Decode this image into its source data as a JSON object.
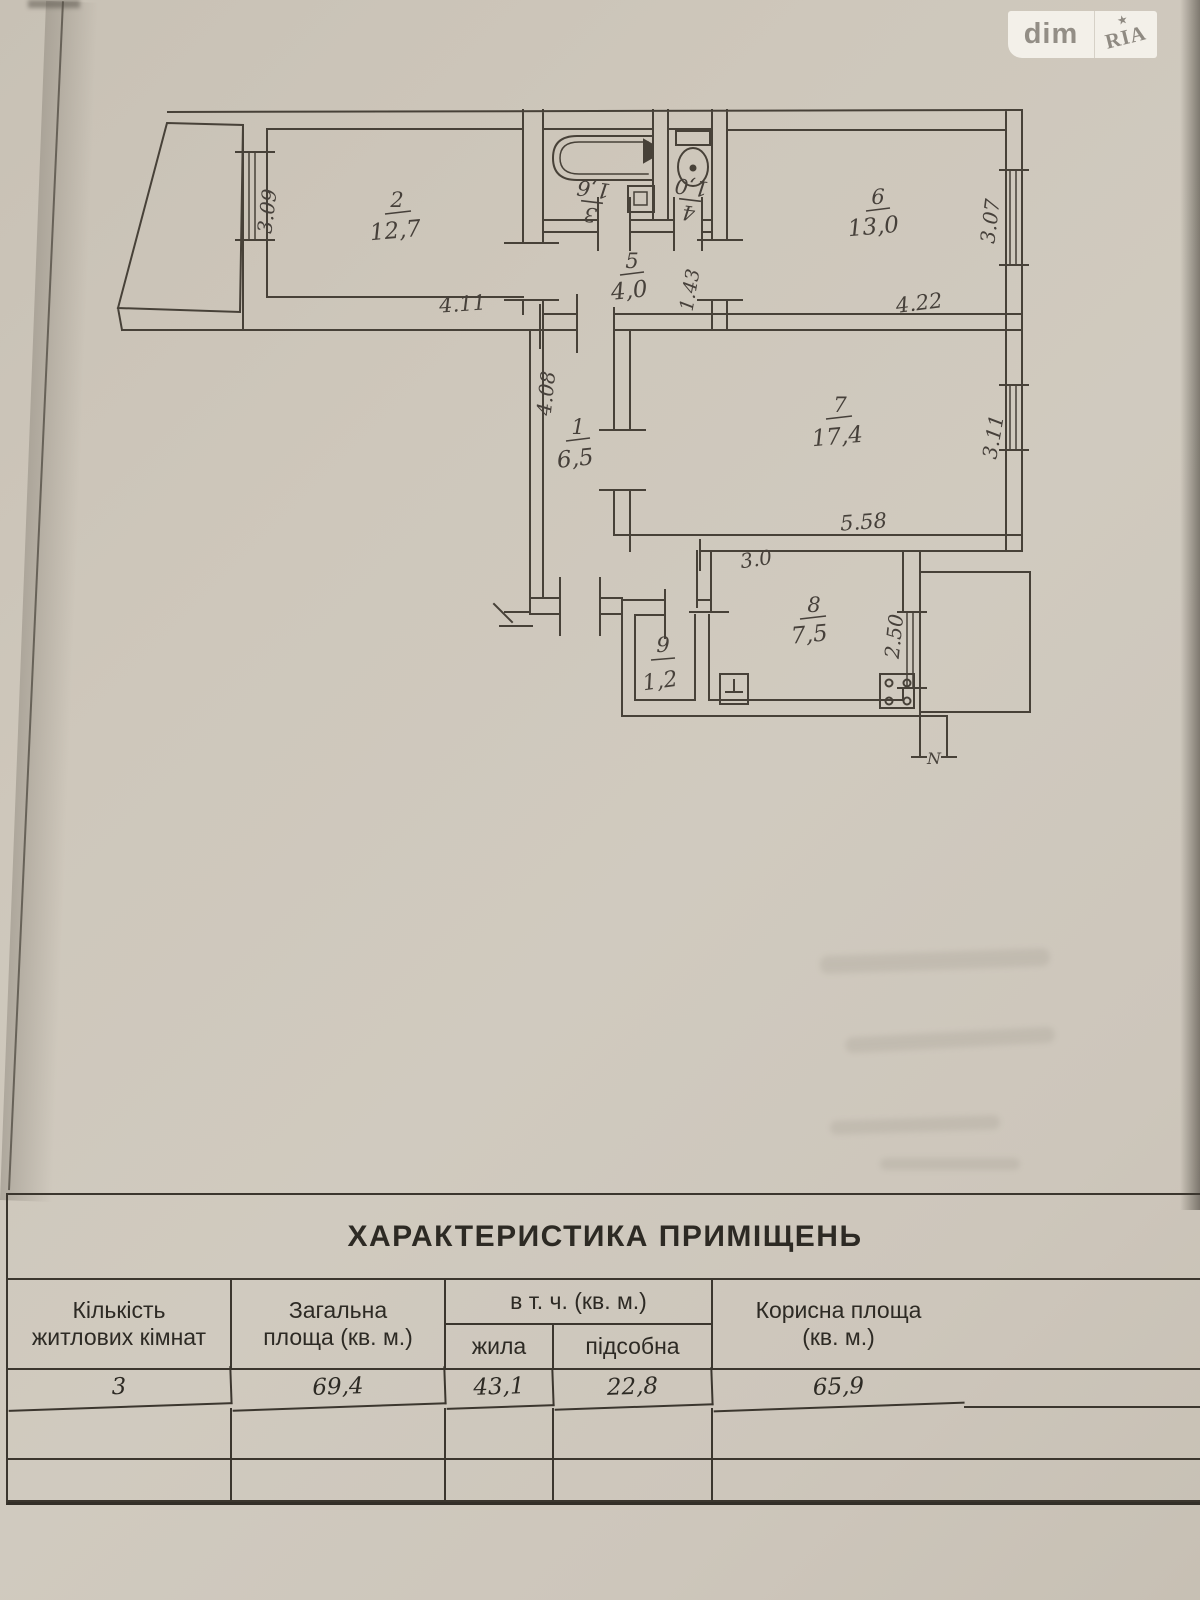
{
  "logo": {
    "left": "dim",
    "right": "RIA",
    "star": "★"
  },
  "plan": {
    "rooms": {
      "r1": {
        "num": "1",
        "area": "6,5"
      },
      "r2": {
        "num": "2",
        "area": "12,7"
      },
      "r3": {
        "num": "3",
        "area": "1,6"
      },
      "r4": {
        "num": "4",
        "area": "1,0"
      },
      "r5": {
        "num": "5",
        "area": "4,0"
      },
      "r6": {
        "num": "6",
        "area": "13,0"
      },
      "r7": {
        "num": "7",
        "area": "17,4"
      },
      "r8": {
        "num": "8",
        "area": "7,5"
      },
      "r9": {
        "num": "9",
        "area": "1,2"
      }
    },
    "dims": {
      "d309": "3.09",
      "d411": "4.11",
      "d143": "1.43",
      "d422": "4.22",
      "d307": "3.07",
      "d408": "4.08",
      "d311": "3.11",
      "d558": "5.58",
      "d30": "3.0",
      "d250": "2.50"
    },
    "north_mark": "N"
  },
  "table": {
    "title": "ХАРАКТЕРИСТИКА ПРИМІЩЕНЬ",
    "headers": {
      "col1": "Кількість\nжитлових кімнат",
      "col2": "Загальна\nплоща (кв. м.)",
      "group": "в т. ч. (кв. м.)",
      "sub1": "жила",
      "sub2": "підсобна",
      "col5": "Корисна площа\n(кв. м.)"
    },
    "row": {
      "rooms": "3",
      "total": "69,4",
      "living": "43,1",
      "aux": "22,8",
      "useful": "65,9"
    }
  }
}
